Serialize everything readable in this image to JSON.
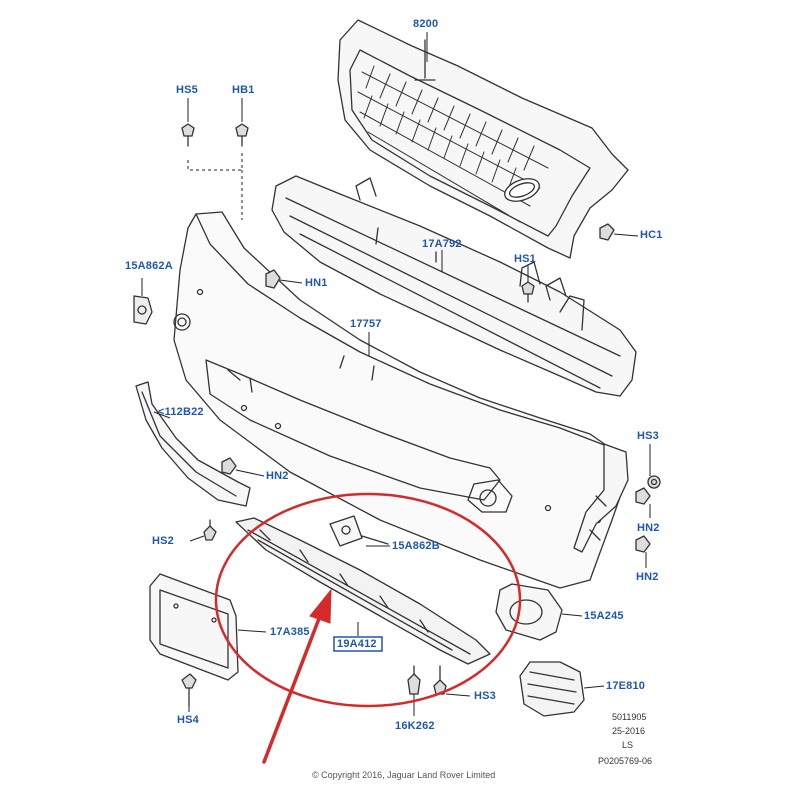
{
  "diagram": {
    "callouts": {
      "c8200": "8200",
      "hs5": "HS5",
      "hb1": "HB1",
      "hc1": "HC1",
      "c17a792": "17A792",
      "hs1": "HS1",
      "c15a862a": "15A862A",
      "hn1": "HN1",
      "c17757": "17757",
      "c112b22": "<112B22",
      "hs3_top": "HS3",
      "hn2_left": "HN2",
      "hn2_right_a": "HN2",
      "hn2_right_b": "HN2",
      "hs2": "HS2",
      "c15a862b": "15A862B",
      "c15a245": "15A245",
      "c17a385": "17A385",
      "c19a412": "19A412",
      "c17e810": "17E810",
      "hs3_bottom": "HS3",
      "hs4": "HS4",
      "c16k262": "16K262"
    },
    "meta": {
      "line1": "5011905",
      "line2": "25-2016",
      "line3": "LS",
      "line4": "P0205769-06"
    },
    "copyright": "© Copyright 2016, Jaguar Land Rover Limited",
    "colors": {
      "line_art": "#333333",
      "callout_text": "#1f57b0",
      "highlight": "#d42a2a"
    }
  }
}
